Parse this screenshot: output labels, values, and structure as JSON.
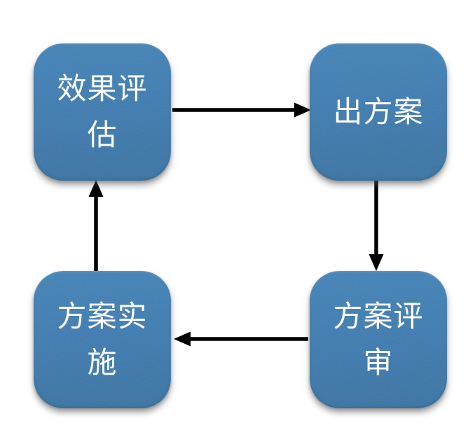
{
  "diagram": {
    "type": "cycle-flowchart",
    "background_color": "#ffffff",
    "node_fill_color": "#3c78ac",
    "node_text_color": "#fdfdfe",
    "arrow_color": "#000000",
    "nodes": [
      {
        "id": "effect-evaluation",
        "label": "效果评估",
        "position": "top-left"
      },
      {
        "id": "propose-plan",
        "label": "出方案",
        "position": "top-right"
      },
      {
        "id": "plan-review",
        "label": "方案评审",
        "position": "bottom-right"
      },
      {
        "id": "plan-implementation",
        "label": "方案实施",
        "position": "bottom-left"
      }
    ],
    "edges": [
      {
        "from": "效果评估",
        "to": "出方案",
        "direction": "right"
      },
      {
        "from": "出方案",
        "to": "方案评审",
        "direction": "down"
      },
      {
        "from": "方案评审",
        "to": "方案实施",
        "direction": "left"
      },
      {
        "from": "方案实施",
        "to": "效果评估",
        "direction": "up"
      }
    ]
  }
}
